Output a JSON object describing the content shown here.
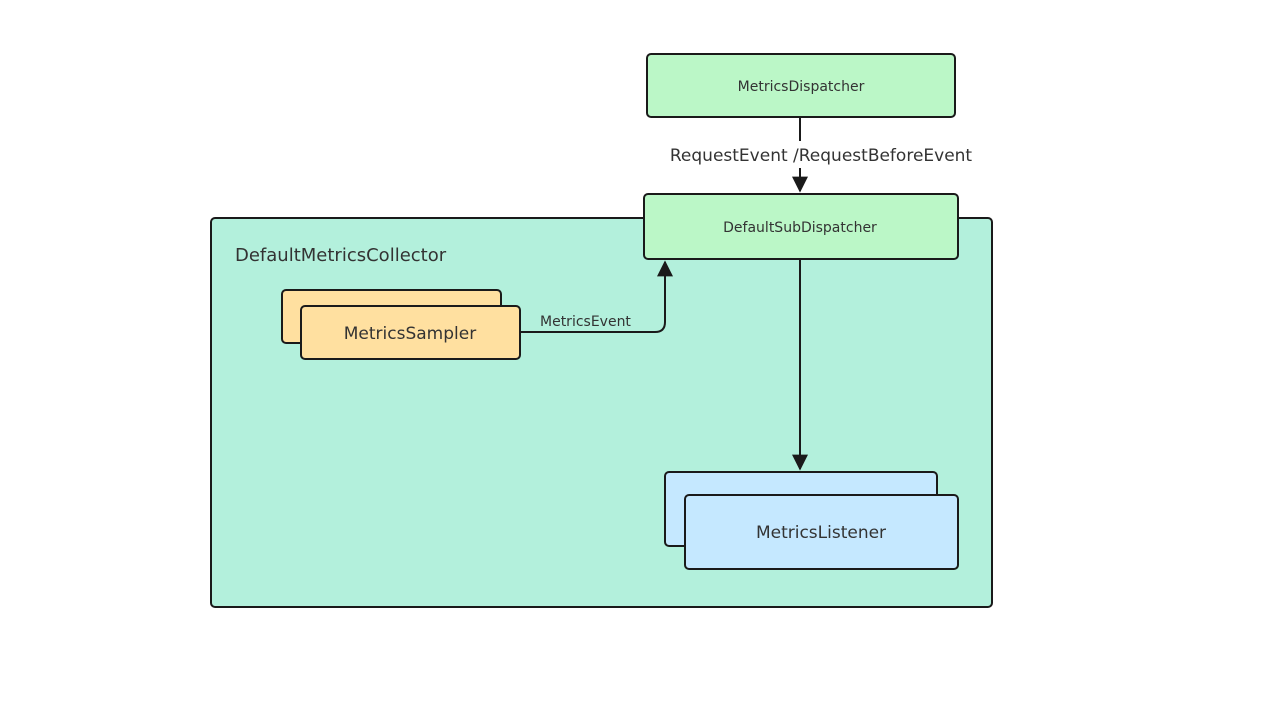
{
  "diagram": {
    "container": {
      "label": "DefaultMetricsCollector",
      "fill": "#b3f0dc"
    },
    "nodes": {
      "dispatcher": {
        "label": "MetricsDispatcher",
        "fill": "#bbf7c7"
      },
      "sub_dispatcher": {
        "label": "DefaultSubDispatcher",
        "fill": "#bbf7c7"
      },
      "sampler": {
        "label": "MetricsSampler",
        "fill": "#ffe0a0"
      },
      "listener": {
        "label": "MetricsListener",
        "fill": "#c5e8ff"
      }
    },
    "edges": {
      "dispatcher_to_sub": {
        "label": "RequestEvent /RequestBeforeEvent"
      },
      "sampler_to_sub": {
        "label": "MetricsEvent"
      },
      "sub_to_listener": {
        "label": ""
      }
    },
    "stroke_color": "#1a1a1a"
  }
}
